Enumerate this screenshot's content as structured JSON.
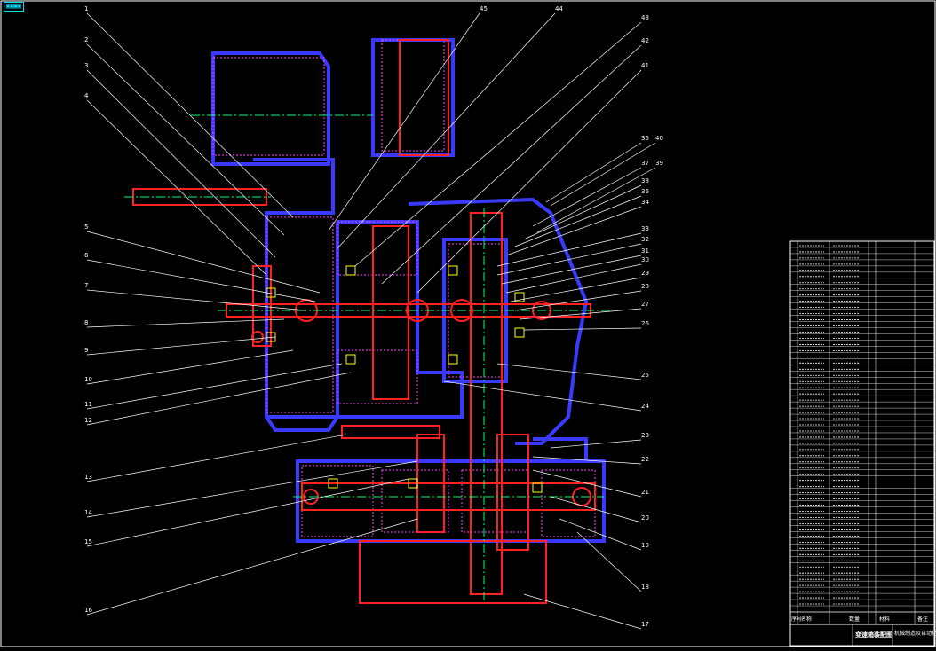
{
  "drawing": {
    "corner_tag": "▣▣▣▣",
    "left_callouts": [
      "1",
      "2",
      "3",
      "4",
      "5",
      "6",
      "7",
      "8",
      "9",
      "10",
      "11",
      "12",
      "13",
      "14",
      "15",
      "16"
    ],
    "top_callouts": [
      "45",
      "44",
      "43",
      "42",
      "41"
    ],
    "right_callouts": [
      "35",
      "40",
      "37",
      "39",
      "38",
      "36",
      "34",
      "33",
      "32",
      "31",
      "30",
      "29",
      "28",
      "27",
      "26",
      "25",
      "24",
      "23",
      "22",
      "21",
      "20",
      "19",
      "18",
      "17"
    ],
    "colors": {
      "background": "#000000",
      "housing": "#3a3aff",
      "section": "#ff2020",
      "hatch": "#ff40ff",
      "centerline": "#00ff66",
      "leader": "#ffffff",
      "accent": "#ffff00",
      "frame": "#ffffff"
    }
  },
  "bom_table": {
    "row_count": 60,
    "title_block": {
      "drawing_title": "变速箱装配图",
      "school": "机械制造及自动化",
      "header_cells": [
        "序号",
        "名称",
        "数量",
        "材料",
        "备注"
      ]
    }
  }
}
